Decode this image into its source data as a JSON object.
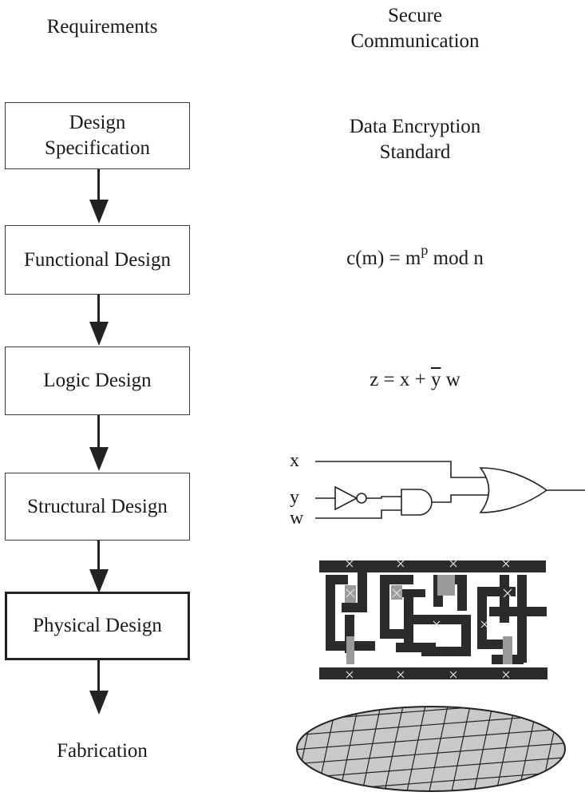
{
  "left_column": {
    "top_label": "Requirements",
    "bottom_label": "Fabrication",
    "steps": [
      {
        "label": "Design Specification",
        "line1": "Design",
        "line2": "Specification"
      },
      {
        "label": "Functional Design"
      },
      {
        "label": "Logic Design"
      },
      {
        "label": "Structural Design"
      },
      {
        "label": "Physical Design"
      }
    ]
  },
  "right_column": {
    "requirement_line1": "Secure",
    "requirement_line2": "Communication",
    "spec_line1": "Data Encryption",
    "spec_line2": "Standard",
    "functional_eq_prefix": "c(m) = m",
    "functional_eq_sup": "p",
    "functional_eq_suffix": " mod n",
    "logic_eq_prefix": "z = x + ",
    "logic_eq_bar": "y",
    "logic_eq_suffix": " w",
    "gate_inputs": [
      "x",
      "y",
      "w"
    ]
  },
  "colors": {
    "line": "#222222",
    "hatch_fill": "#c9c9c9",
    "metal": "#2b2b2b",
    "contact": "#9a9a9a"
  }
}
